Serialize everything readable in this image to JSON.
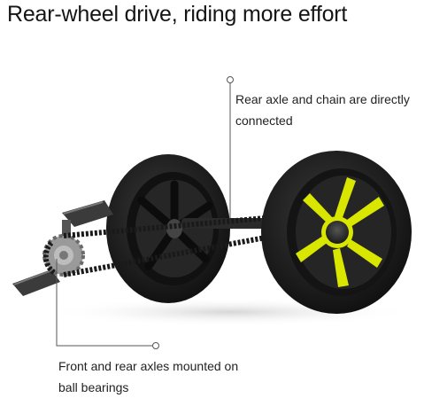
{
  "headline": "Rear-wheel drive, riding more effort",
  "callouts": {
    "axle_chain": {
      "line1": "Rear axle and chain are directly",
      "line2": "connected"
    },
    "bearings": {
      "line1": "Front and rear axles mounted on",
      "line2": "ball bearings"
    }
  },
  "colors": {
    "background": "#ffffff",
    "tire": "#1e1e1e",
    "rim_accent": "#d8e600",
    "pointer_line": "#555555"
  }
}
